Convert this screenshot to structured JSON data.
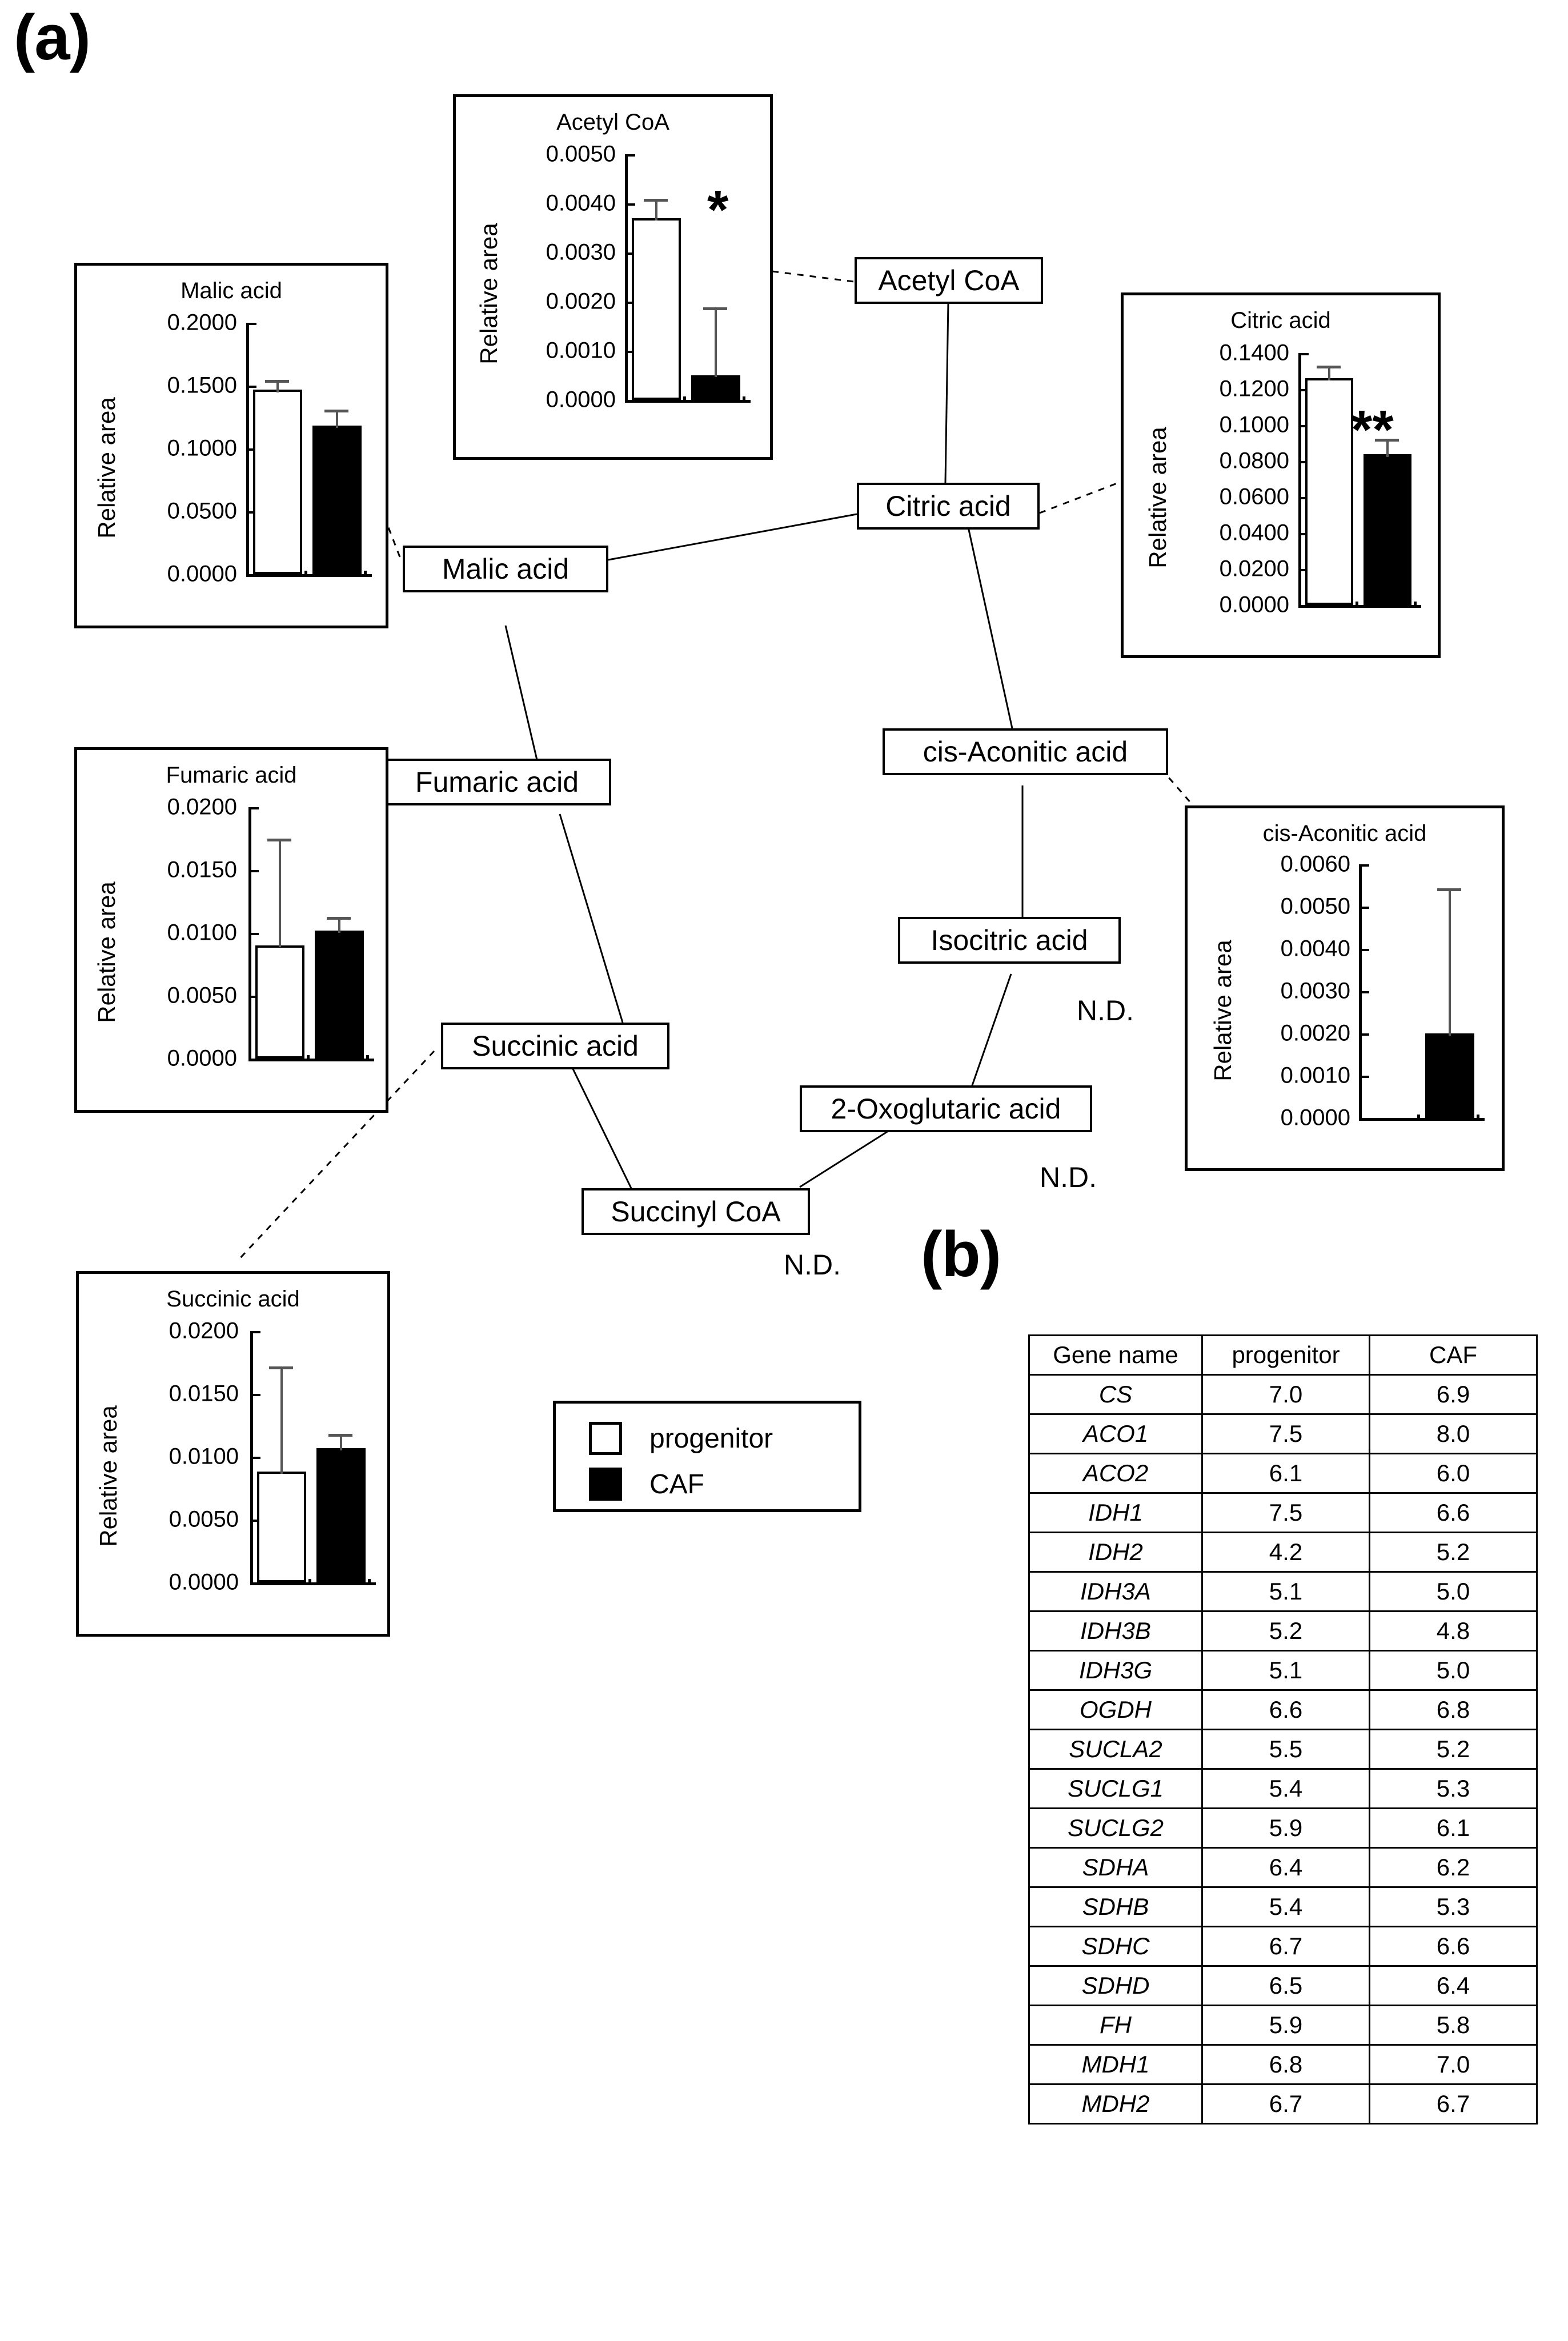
{
  "panels": {
    "a_label": "(a)",
    "b_label": "(b)"
  },
  "legend": {
    "progenitor": "progenitor",
    "caf": "CAF"
  },
  "axis_label": "Relative area",
  "nd_labels": [
    {
      "text": "N.D.",
      "note": "isocitric acid"
    },
    {
      "text": "N.D.",
      "note": "2-oxoglutaric acid"
    },
    {
      "text": "N.D.",
      "note": "succinyl CoA"
    }
  ],
  "pathway_nodes": [
    {
      "id": "acetyl-coa",
      "label": "Acetyl CoA"
    },
    {
      "id": "citric-acid",
      "label": "Citric acid"
    },
    {
      "id": "malic-acid",
      "label": "Malic acid"
    },
    {
      "id": "fumaric-acid",
      "label": "Fumaric acid"
    },
    {
      "id": "cis-aconitic",
      "label": "cis-Aconitic acid"
    },
    {
      "id": "isocitric-acid",
      "label": "Isocitric acid"
    },
    {
      "id": "succinic-acid",
      "label": "Succinic acid"
    },
    {
      "id": "oxoglutaric-acid",
      "label": "2-Oxoglutaric acid"
    },
    {
      "id": "succinyl-coa",
      "label": "Succinyl CoA"
    }
  ],
  "chart_data": [
    {
      "id": "acetyl-coa-chart",
      "type": "bar",
      "title": "Acetyl CoA",
      "ylabel": "Relative area",
      "xlabel": "",
      "categories": [
        "progenitor",
        "CAF"
      ],
      "values": [
        0.0037,
        0.0005
      ],
      "errors": [
        0.0004,
        0.0014
      ],
      "ylim": [
        0.0,
        0.005
      ],
      "yticks": [
        0.0,
        0.001,
        0.002,
        0.003,
        0.004,
        0.005
      ],
      "ytick_labels": [
        "0.0000",
        "0.0010",
        "0.0020",
        "0.0030",
        "0.0040",
        "0.0050"
      ],
      "significance": "*",
      "grid": false,
      "legend": "external"
    },
    {
      "id": "malic-acid-chart",
      "type": "bar",
      "title": "Malic acid",
      "ylabel": "Relative area",
      "xlabel": "",
      "categories": [
        "progenitor",
        "CAF"
      ],
      "values": [
        0.147,
        0.118
      ],
      "errors": [
        0.004,
        0.0055
      ],
      "ylim": [
        0.0,
        0.2
      ],
      "yticks": [
        0.0,
        0.05,
        0.1,
        0.15,
        0.2
      ],
      "ytick_labels": [
        "0.0000",
        "0.0500",
        "0.1000",
        "0.1500",
        "0.2000"
      ],
      "significance": "",
      "grid": false,
      "legend": "external"
    },
    {
      "id": "citric-acid-chart",
      "type": "bar",
      "title": "Citric acid",
      "ylabel": "Relative area",
      "xlabel": "",
      "categories": [
        "progenitor",
        "CAF"
      ],
      "values": [
        0.126,
        0.084
      ],
      "errors": [
        0.0042,
        0.004
      ],
      "ylim": [
        0.0,
        0.14
      ],
      "yticks": [
        0.0,
        0.02,
        0.04,
        0.06,
        0.08,
        0.1,
        0.12,
        0.14
      ],
      "ytick_labels": [
        "0.0000",
        "0.0200",
        "0.0400",
        "0.0600",
        "0.0800",
        "0.1000",
        "0.1200",
        "0.1400"
      ],
      "significance": "**",
      "grid": false,
      "legend": "external"
    },
    {
      "id": "fumaric-acid-chart",
      "type": "bar",
      "title": "Fumaric acid",
      "ylabel": "Relative area",
      "xlabel": "",
      "categories": [
        "progenitor",
        "CAF"
      ],
      "values": [
        0.009,
        0.0102
      ],
      "errors": [
        0.0085,
        0.0007
      ],
      "ylim": [
        0.0,
        0.02
      ],
      "yticks": [
        0.0,
        0.005,
        0.01,
        0.015,
        0.02
      ],
      "ytick_labels": [
        "0.0000",
        "0.0050",
        "0.0100",
        "0.0150",
        "0.0200"
      ],
      "significance": "",
      "grid": false,
      "legend": "external"
    },
    {
      "id": "succinic-acid-chart",
      "type": "bar",
      "title": "Succinic acid",
      "ylabel": "Relative area",
      "xlabel": "",
      "categories": [
        "progenitor",
        "CAF"
      ],
      "values": [
        0.0088,
        0.0107
      ],
      "errors": [
        0.0082,
        0.0007
      ],
      "ylim": [
        0.0,
        0.02
      ],
      "yticks": [
        0.0,
        0.005,
        0.01,
        0.015,
        0.02
      ],
      "ytick_labels": [
        "0.0000",
        "0.0050",
        "0.0100",
        "0.0150",
        "0.0200"
      ],
      "significance": "",
      "grid": false,
      "legend": "external"
    },
    {
      "id": "cis-aconitic-chart",
      "type": "bar",
      "title": "cis-Aconitic acid",
      "ylabel": "Relative area",
      "xlabel": "",
      "categories": [
        "progenitor",
        "CAF"
      ],
      "values": [
        0.0,
        0.002
      ],
      "errors": [
        0.0,
        0.0035
      ],
      "ylim": [
        0.0,
        0.006
      ],
      "yticks": [
        0.0,
        0.001,
        0.002,
        0.003,
        0.004,
        0.005,
        0.006
      ],
      "ytick_labels": [
        "0.0000",
        "0.0010",
        "0.0020",
        "0.0030",
        "0.0040",
        "0.0050",
        "0.0060"
      ],
      "significance": "",
      "grid": false,
      "legend": "external"
    }
  ],
  "gene_table": {
    "columns": [
      "Gene name",
      "progenitor",
      "CAF"
    ],
    "rows": [
      [
        "CS",
        "7.0",
        "6.9"
      ],
      [
        "ACO1",
        "7.5",
        "8.0"
      ],
      [
        "ACO2",
        "6.1",
        "6.0"
      ],
      [
        "IDH1",
        "7.5",
        "6.6"
      ],
      [
        "IDH2",
        "4.2",
        "5.2"
      ],
      [
        "IDH3A",
        "5.1",
        "5.0"
      ],
      [
        "IDH3B",
        "5.2",
        "4.8"
      ],
      [
        "IDH3G",
        "5.1",
        "5.0"
      ],
      [
        "OGDH",
        "6.6",
        "6.8"
      ],
      [
        "SUCLA2",
        "5.5",
        "5.2"
      ],
      [
        "SUCLG1",
        "5.4",
        "5.3"
      ],
      [
        "SUCLG2",
        "5.9",
        "6.1"
      ],
      [
        "SDHA",
        "6.4",
        "6.2"
      ],
      [
        "SDHB",
        "5.4",
        "5.3"
      ],
      [
        "SDHC",
        "6.7",
        "6.6"
      ],
      [
        "SDHD",
        "6.5",
        "6.4"
      ],
      [
        "FH",
        "5.9",
        "5.8"
      ],
      [
        "MDH1",
        "6.8",
        "7.0"
      ],
      [
        "MDH2",
        "6.7",
        "6.7"
      ]
    ]
  },
  "colors": {
    "ink": "#000000",
    "paper": "#ffffff",
    "error_bar": "#555555"
  }
}
